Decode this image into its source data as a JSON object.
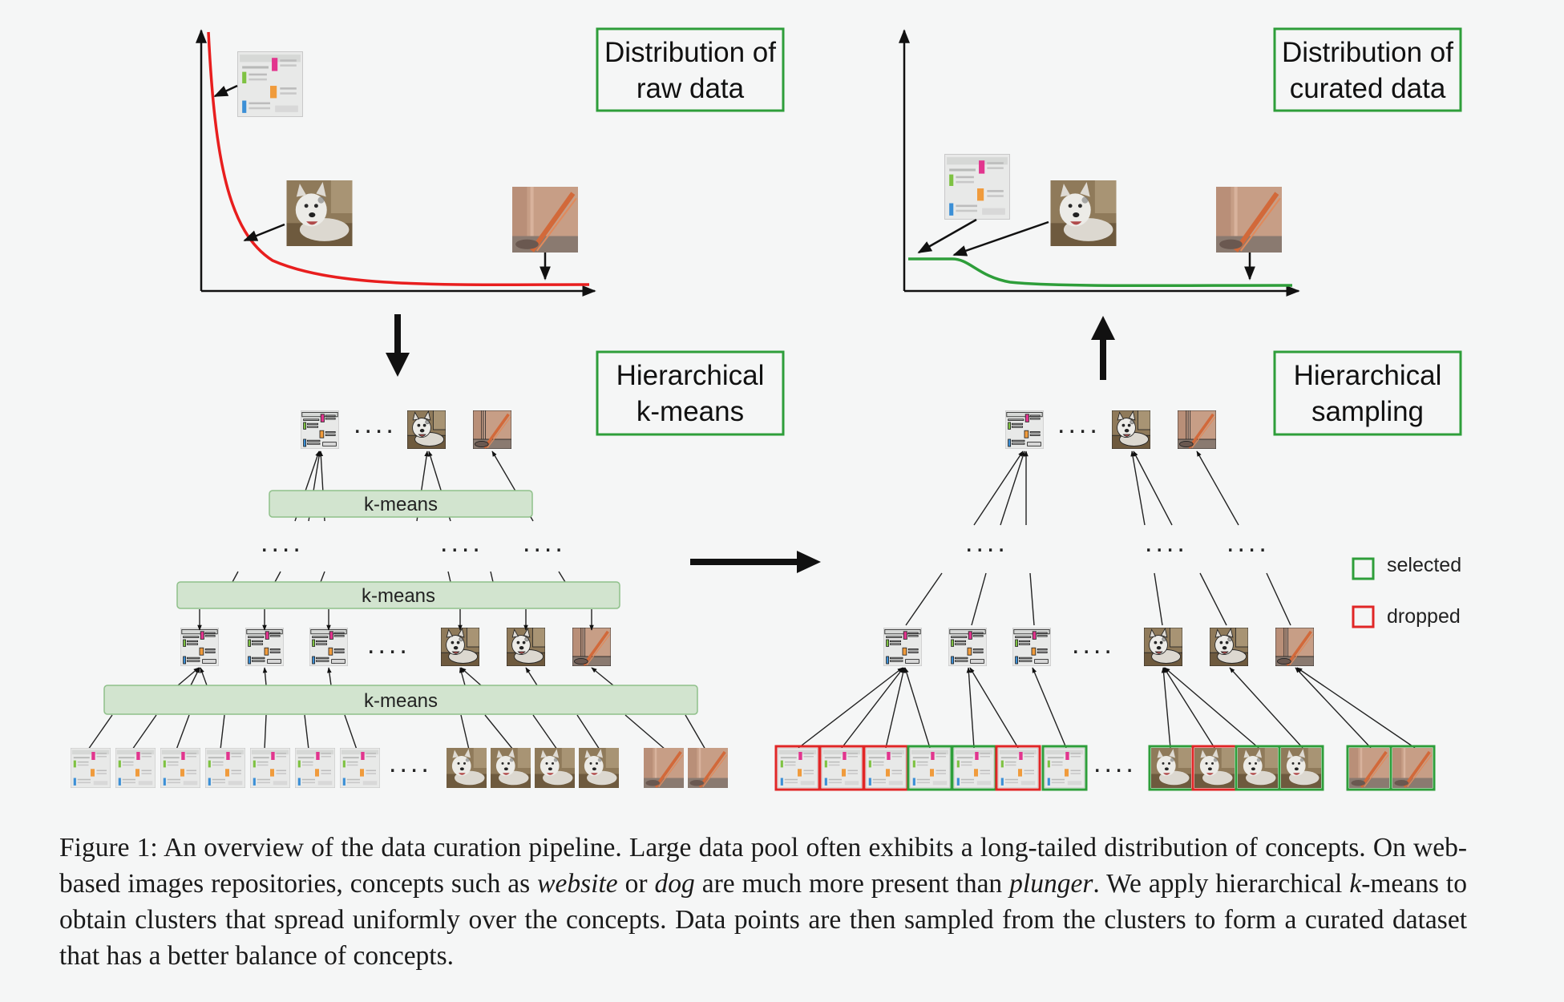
{
  "labels": {
    "raw_dist_1": "Distribution of",
    "raw_dist_2": "raw data",
    "cur_dist_1": "Distribution of",
    "cur_dist_2": "curated data",
    "hkm_1": "Hierarchical",
    "hkm_2": "k-means",
    "hs_1": "Hierarchical",
    "hs_2": "sampling",
    "kmeans": "k-means",
    "ellipsis": "...."
  },
  "legend": {
    "selected": "selected",
    "dropped": "dropped",
    "selected_color": "#2e9e3a",
    "dropped_color": "#e02626"
  },
  "colors": {
    "raw_curve": "#e81e1e",
    "curated_curve": "#2e9e3a",
    "label_border": "#2e9e3a",
    "kmeans_fill": "#d2e4cf",
    "kmeans_border": "#8fc08a"
  },
  "icons": {
    "website": "website-thumbnail-icon",
    "dog": "dog-thumbnail-icon",
    "plunger": "plunger-thumbnail-icon"
  },
  "caption": {
    "p1": "Figure 1: An overview of the data curation pipeline. Large data pool often exhibits a long-tailed distribution of concepts. On web-based images repositories, concepts such as ",
    "website": "website",
    "p2": " or ",
    "dog": "dog",
    "p3": " are much more present than ",
    "plunger": "plunger",
    "p4": ". We apply hierarchical ",
    "k": "k",
    "p5": "-means to obtain clusters that spread uniformly over the concepts. Data points are then sampled from the clusters to form a curated dataset that has a better balance of concepts."
  }
}
